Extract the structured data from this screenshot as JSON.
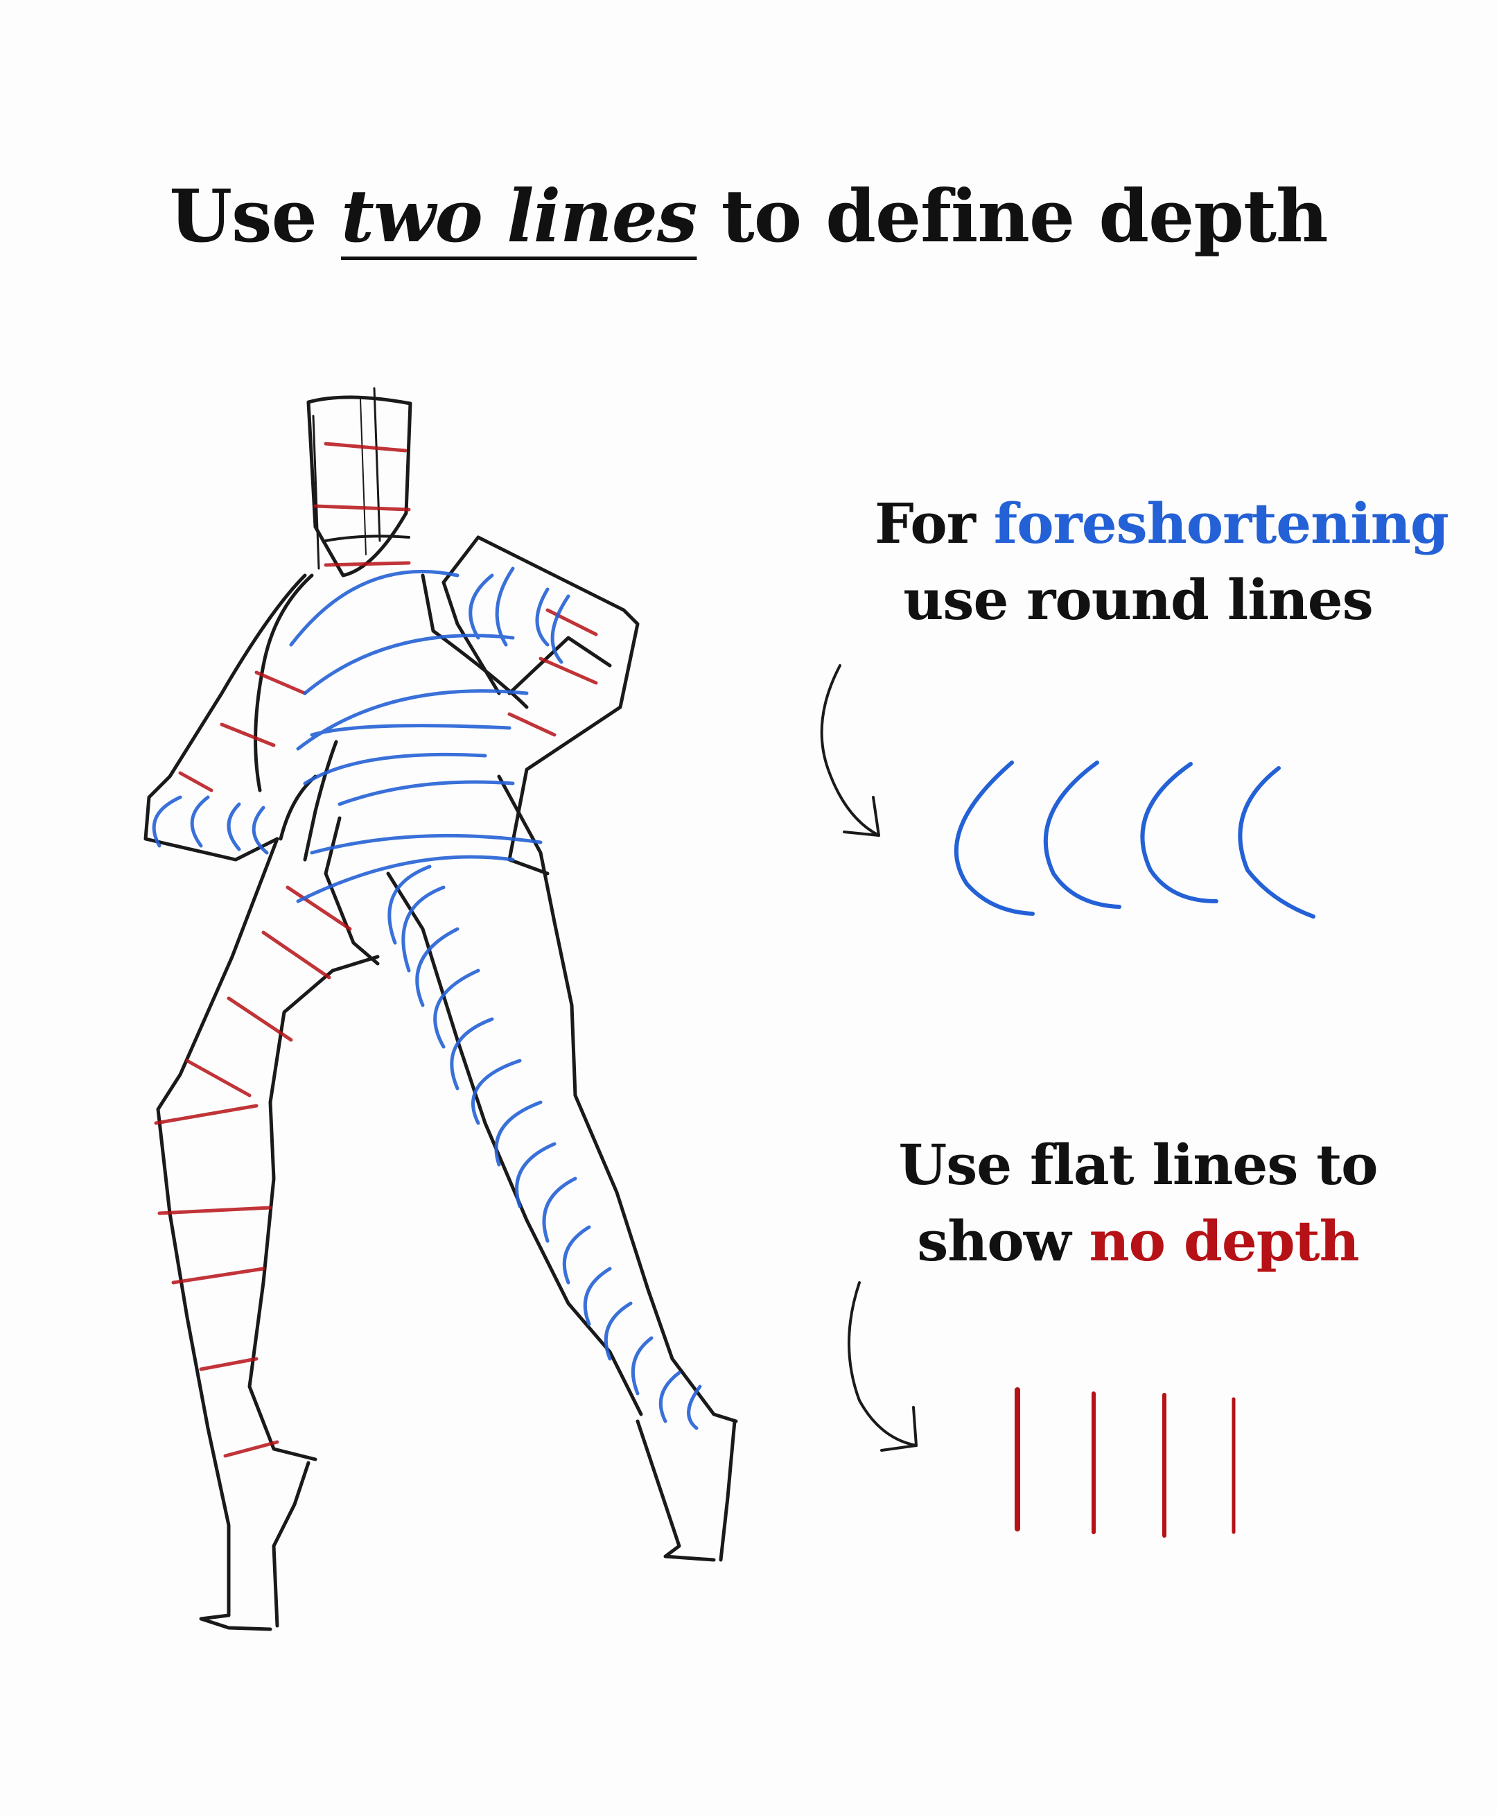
{
  "title": {
    "prefix": "Use ",
    "emphasis": "two lines",
    "suffix": " to define depth"
  },
  "foreshortening_note": {
    "line1_prefix": "For ",
    "line1_highlight": "foreshortening",
    "line2": "use round lines"
  },
  "flat_note": {
    "line1": "Use flat lines to",
    "line2_prefix": "show ",
    "line2_highlight": "no depth"
  },
  "colors": {
    "round_lines": "#2461d6",
    "flat_lines": "#b61116",
    "sketch": "#1a1a1a"
  }
}
